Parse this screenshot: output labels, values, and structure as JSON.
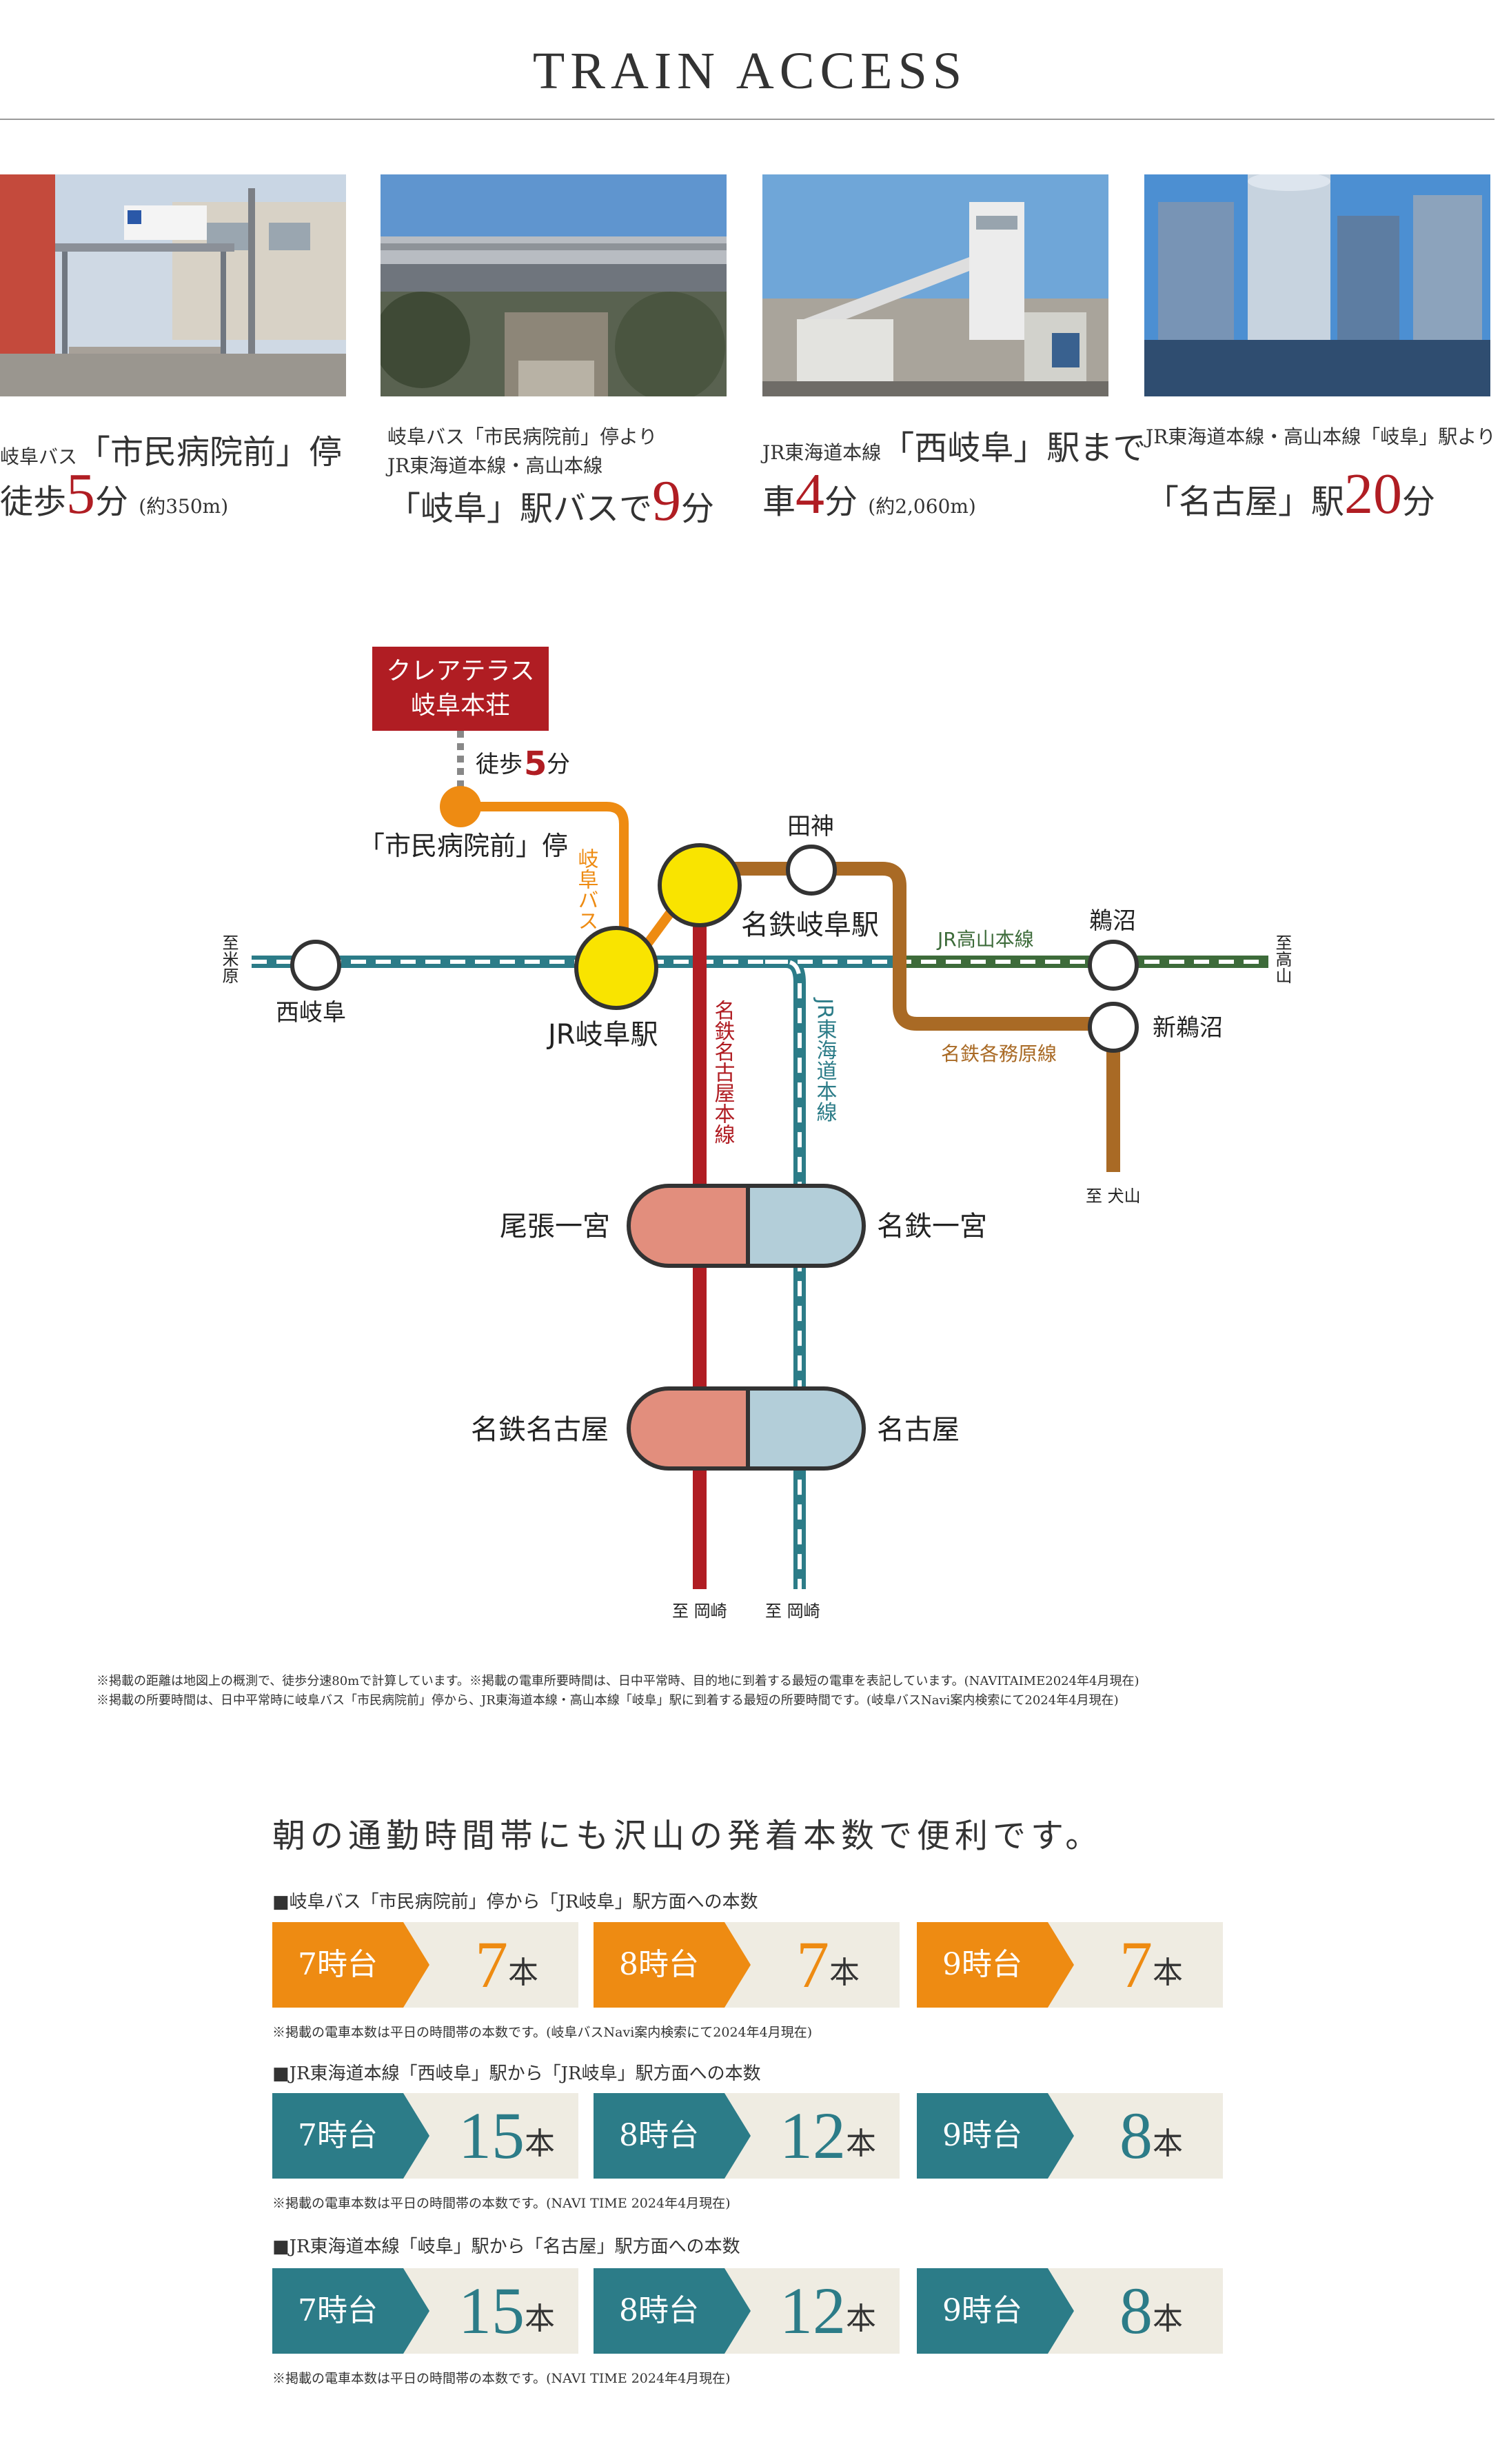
{
  "header": {
    "title": "TRAIN ACCESS"
  },
  "photos": [
    {
      "pre": "岐阜バス",
      "name": "「市民病院前」",
      "post": "停",
      "line2_pre": "徒歩",
      "num": "5",
      "unit": "分",
      "note": "(約350m)"
    },
    {
      "line1": "岐阜バス「市民病院前」停より",
      "line2": "JR東海道本線・高山本線",
      "name": "「岐阜」駅バスで",
      "num": "9",
      "unit": "分"
    },
    {
      "pre": "JR東海道本線",
      "name": "「西岐阜」駅まで",
      "line2_pre": "車",
      "num": "4",
      "unit": "分",
      "note": "(約2,060m)"
    },
    {
      "line1": "JR東海道本線・高山本線「岐阜」駅より",
      "name": "「名古屋」駅",
      "num": "20",
      "unit": "分"
    }
  ],
  "map": {
    "property": [
      "クレアテラス",
      "岐阜本荘"
    ],
    "walk_label": "徒歩",
    "walk_num": "5",
    "walk_unit": "分",
    "bus_stop": "「市民病院前」停",
    "bus_line": "岐阜バス",
    "stations": {
      "jr_gifu": "JR岐阜駅",
      "meitetsu_gifu": "名鉄岐阜駅",
      "nishigifu": "西岐阜",
      "tajin": "田神",
      "unuma": "鵜沼",
      "shin_unuma": "新鵜沼",
      "owari_ichinomiya": "尾張一宮",
      "meitetsu_ichinomiya": "名鉄一宮",
      "meitetsu_nagoya": "名鉄名古屋",
      "nagoya": "名古屋"
    },
    "lines": {
      "takayama": "JR高山本線",
      "kakamigahara": "名鉄各務原線",
      "meitetsu_nagoya_line": "名鉄名古屋本線",
      "jr_tokaido": "JR東海道本線"
    },
    "directions": {
      "maibara": "至米原",
      "takayama": "至高山",
      "inuyama": "至 犬山",
      "okazaki1": "至 岡崎",
      "okazaki2": "至 岡崎"
    },
    "colors": {
      "red": "#b01d23",
      "teal": "#2c7c88",
      "green": "#3d6b3a",
      "brown": "#a96a25",
      "orange": "#ee8b12",
      "yellow": "#f9e400"
    }
  },
  "notes": [
    "※掲載の距離は地図上の概測で、徒歩分速80mで計算しています。※掲載の電車所要時間は、日中平常時、目的地に到着する最短の電車を表記しています。(NAVITAIME2024年4月現在)",
    "※掲載の所要時間は、日中平常時に岐阜バス「市民病院前」停から、JR東海道本線・高山本線「岐阜」駅に到着する最短の所要時間です。(岐阜バスNavi案内検索にて2024年4月現在)"
  ],
  "frequency": {
    "lead": "朝の通勤時間帯にも沢山の発着本数で便利です。",
    "sections": [
      {
        "heading": "■岐阜バス「市民病院前」停から「JR岐阜」駅方面への本数",
        "items": [
          {
            "hour": "7時台",
            "count": "7",
            "unit": "本"
          },
          {
            "hour": "8時台",
            "count": "7",
            "unit": "本"
          },
          {
            "hour": "9時台",
            "count": "7",
            "unit": "本"
          }
        ],
        "footnote": "※掲載の電車本数は平日の時間帯の本数です。(岐阜バスNavi案内検索にて2024年4月現在)"
      },
      {
        "heading": "■JR東海道本線「西岐阜」駅から「JR岐阜」駅方面への本数",
        "items": [
          {
            "hour": "7時台",
            "count": "15",
            "unit": "本"
          },
          {
            "hour": "8時台",
            "count": "12",
            "unit": "本"
          },
          {
            "hour": "9時台",
            "count": "8",
            "unit": "本"
          }
        ],
        "footnote": "※掲載の電車本数は平日の時間帯の本数です。(NAVI TIME 2024年4月現在)"
      },
      {
        "heading": "■JR東海道本線「岐阜」駅から「名古屋」駅方面への本数",
        "items": [
          {
            "hour": "7時台",
            "count": "15",
            "unit": "本"
          },
          {
            "hour": "8時台",
            "count": "12",
            "unit": "本"
          },
          {
            "hour": "9時台",
            "count": "8",
            "unit": "本"
          }
        ],
        "footnote": "※掲載の電車本数は平日の時間帯の本数です。(NAVI TIME 2024年4月現在)"
      }
    ]
  }
}
